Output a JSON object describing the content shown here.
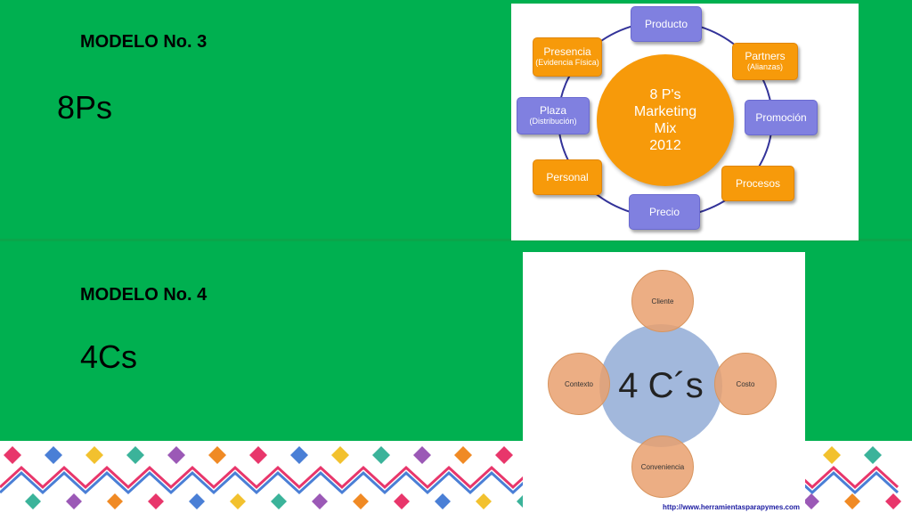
{
  "model3": {
    "heading": "MODELO No. 3",
    "title": "8Ps"
  },
  "model4": {
    "heading": "MODELO No. 4",
    "title": "4Cs"
  },
  "diagram8p": {
    "center": [
      "8 P's",
      "Marketing",
      "Mix",
      "2012"
    ],
    "nodes": {
      "producto": {
        "label": "Producto",
        "sub": ""
      },
      "partners": {
        "label": "Partners",
        "sub": "(Alianzas)"
      },
      "promocion": {
        "label": "Promoción",
        "sub": ""
      },
      "procesos": {
        "label": "Procesos",
        "sub": ""
      },
      "precio": {
        "label": "Precio",
        "sub": ""
      },
      "personal": {
        "label": "Personal",
        "sub": ""
      },
      "plaza": {
        "label": "Plaza",
        "sub": "(Distribución)"
      },
      "presencia": {
        "label": "Presencia",
        "sub": "(Evidencia Física)"
      }
    },
    "colors": {
      "purple": "#8080e0",
      "orange": "#f79a0a"
    }
  },
  "diagram4c": {
    "center": "4 C´s",
    "cliente": "Cliente",
    "costo": "Costo",
    "conveniencia": "Conveniencia",
    "contexto": "Contexto",
    "url": "http://www.herramientasparapymes.com"
  },
  "colors": {
    "background": "#00b050"
  }
}
